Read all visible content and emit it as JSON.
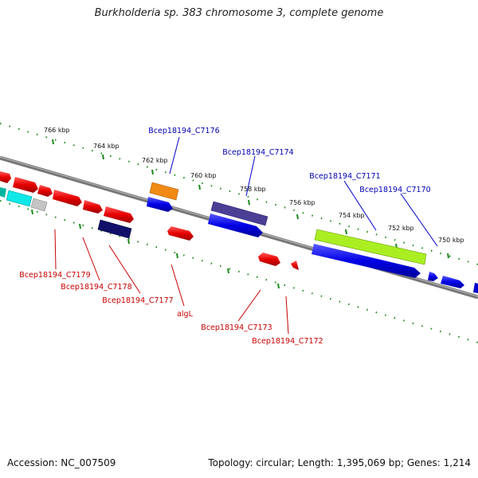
{
  "title": "Burkholderia sp. 383 chromosome 3, complete genome",
  "footer": {
    "accession": "Accession: NC_007509",
    "summary": "Topology: circular; Length: 1,395,069 bp; Genes: 1,214"
  },
  "colors": {
    "forward_label": "#0000b4",
    "reverse_label": "#c80000",
    "tick_dot": "#1a8a1a",
    "backbone": "#777777"
  },
  "ticks": [
    {
      "label": "766 kbp"
    },
    {
      "label": "764 kbp"
    },
    {
      "label": "762 kbp"
    },
    {
      "label": "760 kbp"
    },
    {
      "label": "758 kbp"
    },
    {
      "label": "756 kbp"
    },
    {
      "label": "754 kbp"
    },
    {
      "label": "752 kbp"
    },
    {
      "label": "750 kbp"
    }
  ],
  "forward_labels": [
    {
      "name": "Bcep18194_C7176"
    },
    {
      "name": "Bcep18194_C7174"
    },
    {
      "name": "Bcep18194_C7171"
    },
    {
      "name": "Bcep18194_C7170"
    }
  ],
  "reverse_labels": [
    {
      "name": "Bcep18194_C7179"
    },
    {
      "name": "Bcep18194_C7178"
    },
    {
      "name": "Bcep18194_C7177"
    },
    {
      "name": "algL"
    },
    {
      "name": "Bcep18194_C7173"
    },
    {
      "name": "Bcep18194_C7172"
    }
  ]
}
